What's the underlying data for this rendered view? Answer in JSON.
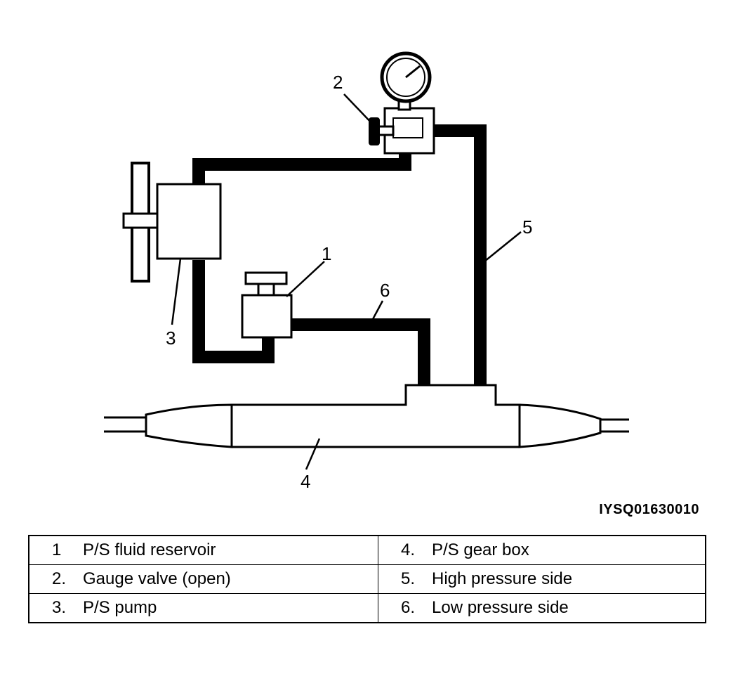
{
  "callouts": {
    "c1": "1",
    "c2": "2",
    "c3": "3",
    "c4": "4",
    "c5": "5",
    "c6": "6"
  },
  "figure_id": "IYSQ01630010",
  "legend": [
    {
      "left": {
        "num": "1",
        "text": "P/S fluid reservoir"
      },
      "right": {
        "num": "4.",
        "text": "P/S gear box"
      }
    },
    {
      "left": {
        "num": "2.",
        "text": "Gauge valve (open)"
      },
      "right": {
        "num": "5.",
        "text": "High pressure side"
      }
    },
    {
      "left": {
        "num": "3.",
        "text": "P/S pump"
      },
      "right": {
        "num": "6.",
        "text": "Low pressure side"
      }
    }
  ]
}
